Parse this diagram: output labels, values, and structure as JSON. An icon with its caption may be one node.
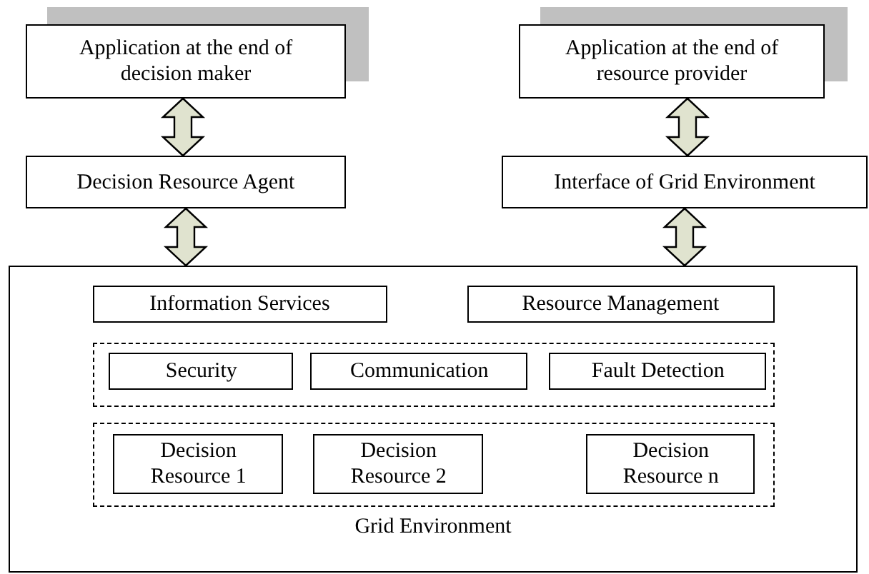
{
  "diagram": {
    "nodes": [
      {
        "text": [
          "Application at the end of decision maker"
        ]
      },
      {
        "text": [
          "Application at the end of resource provider"
        ]
      },
      {
        "text": [
          "Decision Resource Agent"
        ]
      },
      {
        "text": [
          "Interface of Grid Environment"
        ]
      },
      {
        "text": [
          "Grid Environment"
        ]
      },
      {
        "text": [
          "Information Services"
        ],
        "in": 4
      },
      {
        "text": [
          "Resource Management"
        ],
        "in": 4
      },
      {
        "text": [],
        "shape": "box",
        "in": 4
      },
      {
        "text": [
          "Security"
        ],
        "in": 7
      },
      {
        "text": [
          "Communication"
        ],
        "in": 7
      },
      {
        "text": [
          "Fault Detection"
        ],
        "in": 7
      },
      {
        "text": [],
        "shape": "box",
        "in": 4
      },
      {
        "text": [
          "Decision Resource 1"
        ],
        "in": 11
      },
      {
        "text": [
          "Decision Resource 2"
        ],
        "in": 11
      },
      {
        "text": [
          "Decision Resource n"
        ],
        "in": 11
      }
    ],
    "edges": [
      {
        "from": 0,
        "to": 2,
        "arrow": "both"
      },
      {
        "from": 2,
        "to": 4,
        "arrow": "both"
      },
      {
        "from": 1,
        "to": 3,
        "arrow": "both"
      },
      {
        "from": 3,
        "to": 4,
        "arrow": "both"
      }
    ]
  }
}
